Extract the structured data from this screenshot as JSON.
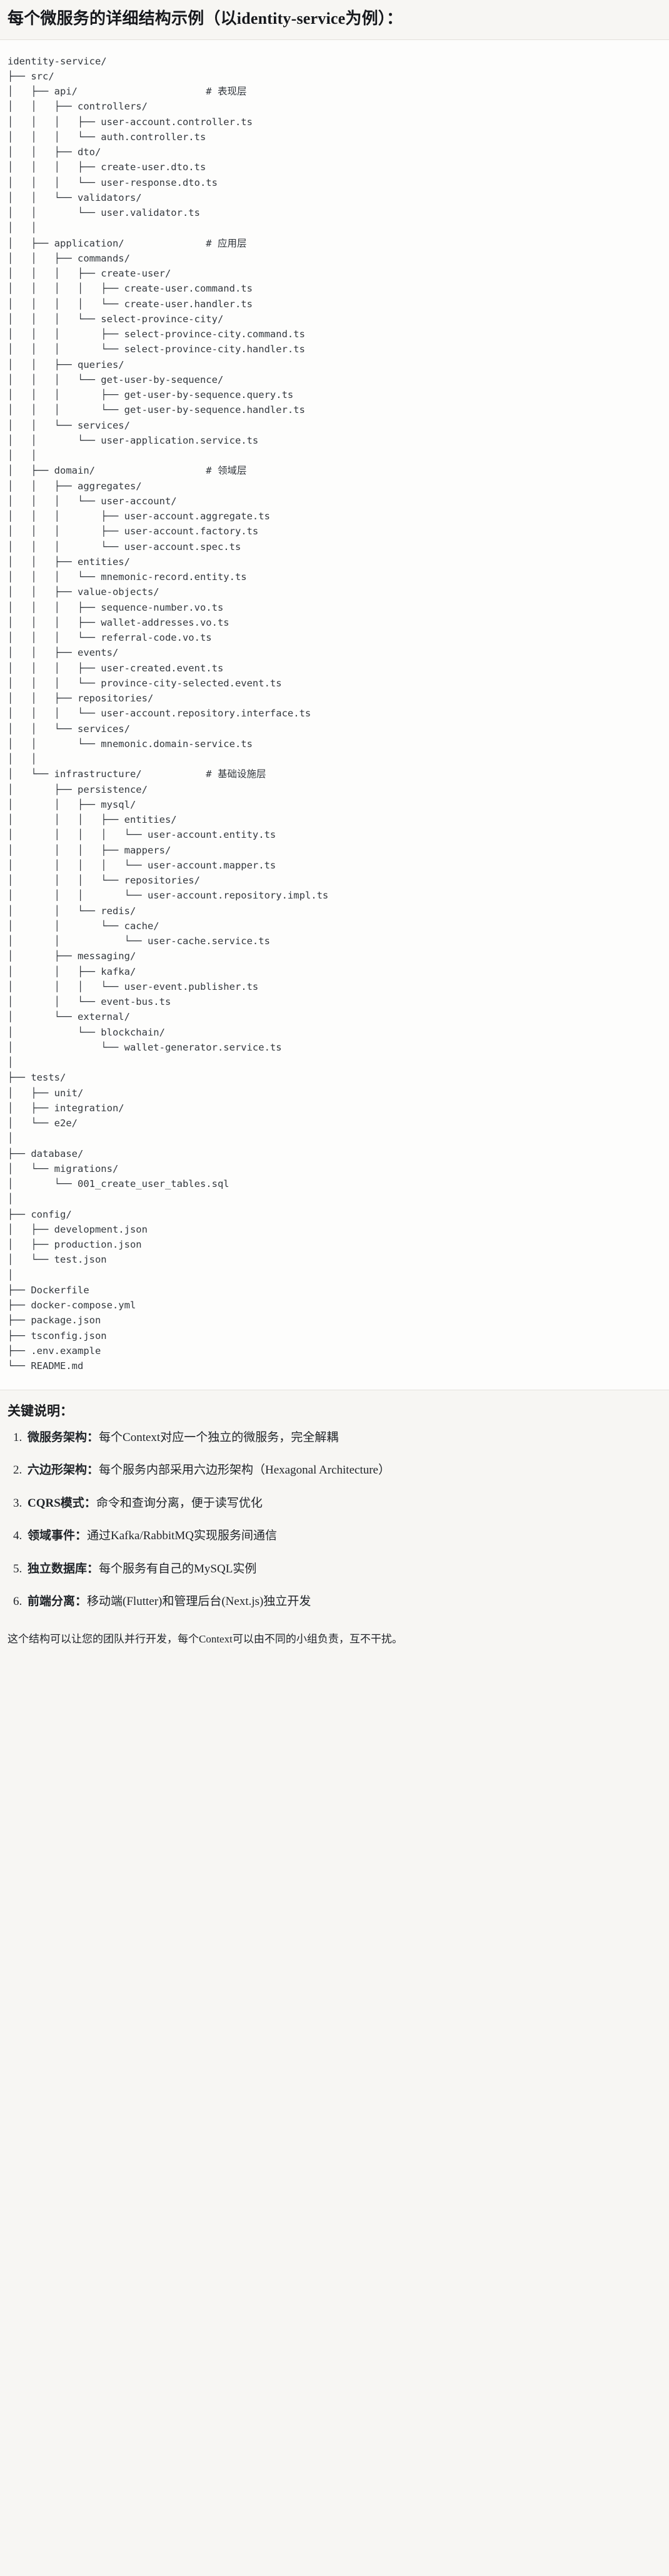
{
  "header": {
    "title": "每个微服务的详细结构示例（以identity-service为例）："
  },
  "tree": {
    "root": "identity-service/",
    "text": "identity-service/\n├── src/\n│   ├── api/                      # 表现层\n│   │   ├── controllers/\n│   │   │   ├── user-account.controller.ts\n│   │   │   └── auth.controller.ts\n│   │   ├── dto/\n│   │   │   ├── create-user.dto.ts\n│   │   │   └── user-response.dto.ts\n│   │   └── validators/\n│   │       └── user.validator.ts\n│   │\n│   ├── application/              # 应用层\n│   │   ├── commands/\n│   │   │   ├── create-user/\n│   │   │   │   ├── create-user.command.ts\n│   │   │   │   └── create-user.handler.ts\n│   │   │   └── select-province-city/\n│   │   │       ├── select-province-city.command.ts\n│   │   │       └── select-province-city.handler.ts\n│   │   ├── queries/\n│   │   │   └── get-user-by-sequence/\n│   │   │       ├── get-user-by-sequence.query.ts\n│   │   │       └── get-user-by-sequence.handler.ts\n│   │   └── services/\n│   │       └── user-application.service.ts\n│   │\n│   ├── domain/                   # 领域层\n│   │   ├── aggregates/\n│   │   │   └── user-account/\n│   │   │       ├── user-account.aggregate.ts\n│   │   │       ├── user-account.factory.ts\n│   │   │       └── user-account.spec.ts\n│   │   ├── entities/\n│   │   │   └── mnemonic-record.entity.ts\n│   │   ├── value-objects/\n│   │   │   ├── sequence-number.vo.ts\n│   │   │   ├── wallet-addresses.vo.ts\n│   │   │   └── referral-code.vo.ts\n│   │   ├── events/\n│   │   │   ├── user-created.event.ts\n│   │   │   └── province-city-selected.event.ts\n│   │   ├── repositories/\n│   │   │   └── user-account.repository.interface.ts\n│   │   └── services/\n│   │       └── mnemonic.domain-service.ts\n│   │\n│   └── infrastructure/           # 基础设施层\n│       ├── persistence/\n│       │   ├── mysql/\n│       │   │   ├── entities/\n│       │   │   │   └── user-account.entity.ts\n│       │   │   ├── mappers/\n│       │   │   │   └── user-account.mapper.ts\n│       │   │   └── repositories/\n│       │   │       └── user-account.repository.impl.ts\n│       │   └── redis/\n│       │       └── cache/\n│       │           └── user-cache.service.ts\n│       ├── messaging/\n│       │   ├── kafka/\n│       │   │   └── user-event.publisher.ts\n│       │   └── event-bus.ts\n│       └── external/\n│           └── blockchain/\n│               └── wallet-generator.service.ts\n│\n├── tests/\n│   ├── unit/\n│   ├── integration/\n│   └── e2e/\n│\n├── database/\n│   └── migrations/\n│       └── 001_create_user_tables.sql\n│\n├── config/\n│   ├── development.json\n│   ├── production.json\n│   └── test.json\n│\n├── Dockerfile\n├── docker-compose.yml\n├── package.json\n├── tsconfig.json\n├── .env.example\n└── README.md"
  },
  "notes": {
    "title": "关键说明：",
    "items": [
      {
        "term": "微服务架构",
        "sep": "：",
        "desc": "每个Context对应一个独立的微服务，完全解耦"
      },
      {
        "term": "六边形架构",
        "sep": "：",
        "desc": "每个服务内部采用六边形架构（Hexagonal Architecture）"
      },
      {
        "term": "CQRS模式",
        "sep": "：",
        "desc": "命令和查询分离，便于读写优化"
      },
      {
        "term": "领域事件",
        "sep": "：",
        "desc": "通过Kafka/RabbitMQ实现服务间通信"
      },
      {
        "term": "独立数据库",
        "sep": "：",
        "desc": "每个服务有自己的MySQL实例"
      },
      {
        "term": "前端分离",
        "sep": "：",
        "desc": "移动端(Flutter)和管理后台(Next.js)独立开发"
      }
    ]
  },
  "closing": {
    "text": "这个结构可以让您的团队并行开发，每个Context可以由不同的小组负责，互不干扰。"
  }
}
